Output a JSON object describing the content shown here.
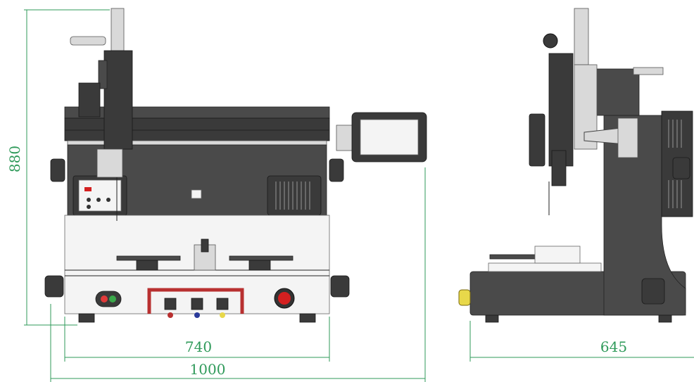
{
  "dimensions": {
    "height_front": "880",
    "width_inner": "740",
    "width_outer": "1000",
    "depth_side": "645"
  },
  "colors": {
    "dimension_line": "#2f9a5a",
    "machine_body": "#4a4a4a",
    "machine_panel": "#f4f4f4",
    "emergency_stop": "#d42020",
    "signal_red": "#e03a3a",
    "signal_green": "#3aa84a",
    "cable_red": "#b83030",
    "yellow_handle": "#e8d84a"
  },
  "icons": {
    "front_view": "dispensing-robot-front-view",
    "side_view": "dispensing-robot-side-view",
    "touch_screen": "touch-screen-icon",
    "emergency_stop": "emergency-stop-icon",
    "indicator": "indicator-light-icon"
  }
}
